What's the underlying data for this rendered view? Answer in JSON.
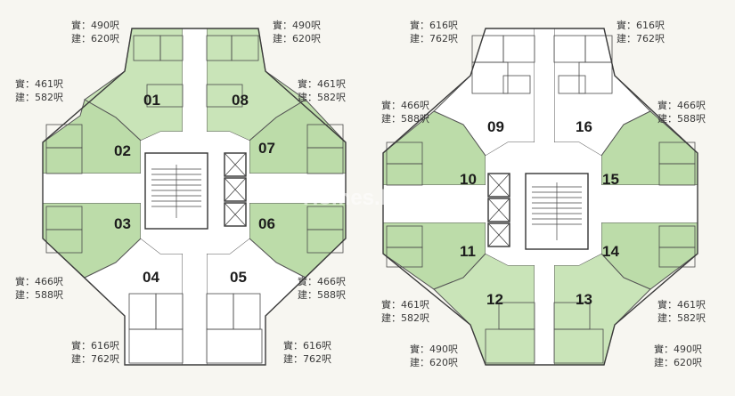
{
  "colors": {
    "unit_fill": "#bcdca9",
    "unit_alt": "#c9e4b8",
    "wall": "#3b3b3b",
    "background": "#f7f6f1"
  },
  "watermark": "Homes.hk",
  "blocks": [
    {
      "name": "left-block",
      "units": [
        {
          "no": "01",
          "net": "490呎",
          "gross": "620呎"
        },
        {
          "no": "08",
          "net": "490呎",
          "gross": "620呎"
        },
        {
          "no": "02",
          "net": "461呎",
          "gross": "582呎"
        },
        {
          "no": "07",
          "net": "461呎",
          "gross": "582呎"
        },
        {
          "no": "03",
          "net": "466呎",
          "gross": "588呎"
        },
        {
          "no": "06",
          "net": "466呎",
          "gross": "588呎"
        },
        {
          "no": "04",
          "net": "616呎",
          "gross": "762呎"
        },
        {
          "no": "05",
          "net": "616呎",
          "gross": "762呎"
        }
      ]
    },
    {
      "name": "right-block",
      "units": [
        {
          "no": "09",
          "net": "616呎",
          "gross": "762呎"
        },
        {
          "no": "16",
          "net": "616呎",
          "gross": "762呎"
        },
        {
          "no": "10",
          "net": "466呎",
          "gross": "588呎"
        },
        {
          "no": "15",
          "net": "466呎",
          "gross": "588呎"
        },
        {
          "no": "11",
          "net": "461呎",
          "gross": "582呎"
        },
        {
          "no": "14",
          "net": "461呎",
          "gross": "582呎"
        },
        {
          "no": "12",
          "net": "490呎",
          "gross": "620呎"
        },
        {
          "no": "13",
          "net": "490呎",
          "gross": "620呎"
        }
      ]
    }
  ],
  "labels": {
    "net_prefix": "實：",
    "gross_prefix": "建："
  }
}
